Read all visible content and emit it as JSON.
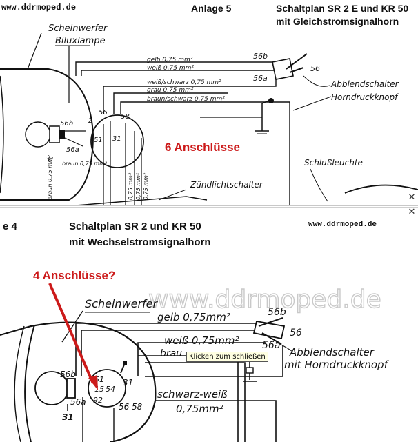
{
  "top": {
    "site": "www.ddrmoped.de",
    "anlage": "Anlage 5",
    "title_line1": "Schaltplan SR 2 E und KR 50",
    "title_line2": "mit Gleichstromsignalhorn",
    "headlamp_line1": "Scheinwerfer",
    "headlamp_line2": "Biluxlampe",
    "annotation": "6 Anschlüsse",
    "switch_label_line1": "Abblendschalter",
    "switch_label_line2": "Horndruckknopf",
    "tail_label": "Schlußleuchte",
    "ignition_label": "Zündlichtschalter",
    "terminals": {
      "t56b_right": "56b",
      "t56a_right": "56a",
      "t56_right": "56",
      "t56b_left": "56b",
      "t56a_left": "56a",
      "t2": "2",
      "t56": "56",
      "t58": "58",
      "t51": "51",
      "t31": "31",
      "t31b": "31"
    },
    "wires": {
      "gelb": "gelb 0,75 mm²",
      "weiss": "weiß 0,75 mm²",
      "weiss_schwarz": "weiß/schwarz 0,75 mm²",
      "grau": "grau 0,75 mm²",
      "braun_schwarz": "braun/schwarz 0,75 mm²",
      "braun": "braun 0,75 mm²",
      "v1": "braun 0,75 mm²",
      "v2": "0,75 mm²",
      "v3": "0,75 mm²",
      "v4": "0,75 mm²"
    }
  },
  "bottom": {
    "anlage": "e 4",
    "title_line1": "Schaltplan SR 2 und KR 50",
    "title_line2": "mit Wechselstromsignalhorn",
    "site": "www.ddrmoped.de",
    "watermark": "www.ddrmoped.de",
    "annotation": "4 Anschlüsse?",
    "headlamp": "Scheinwerfer",
    "switch_label_line1": "Abblendschalter",
    "switch_label_line2": "mit Horndruckknopf",
    "wires": {
      "gelb": "gelb 0,75mm²",
      "weiss": "weiß 0,75mm²",
      "brau": "brau",
      "schwarz_weiss": "schwarz-weiß",
      "mm": "0,75mm²"
    },
    "terminals": {
      "t56b_right": "56b",
      "t56": "56",
      "t56a": "56a",
      "t56b_left": "56b",
      "t56a_left": "56a",
      "t31_left": "31",
      "t31": "31",
      "t51": "51",
      "t15": "15",
      "t54": "54",
      "t92": "92",
      "t56_58": "56",
      "t58": "58"
    }
  },
  "tooltip": "Klicken zum schließen",
  "close_glyph": "✕",
  "colors": {
    "annotation": "#cc1a1a",
    "ink": "#111111",
    "watermark": "#c9c9c9"
  }
}
